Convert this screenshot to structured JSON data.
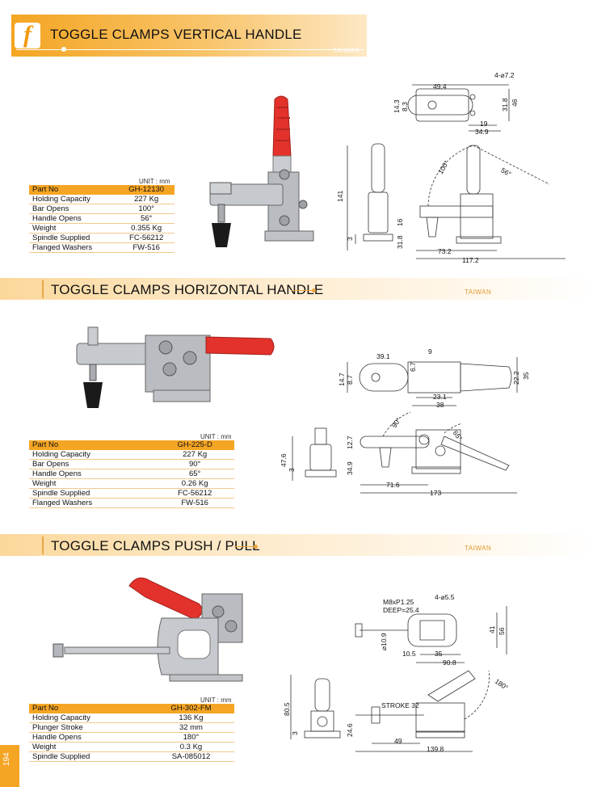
{
  "sections": [
    {
      "title": "TOGGLE CLAMPS VERTICAL HANDLE",
      "origin": "TAIWAN",
      "unit": "UNIT : mm",
      "rows": [
        [
          "Part No",
          "GH-12130"
        ],
        [
          "Holding Capacity",
          "227 Kg"
        ],
        [
          "Bar Opens",
          "100°"
        ],
        [
          "Handle Opens",
          "56°"
        ],
        [
          "Weight",
          "0.355 Kg"
        ],
        [
          "Spindle Supplied",
          "FC-56212"
        ],
        [
          "Flanged Washers",
          "FW-516"
        ]
      ],
      "dims": {
        "d1": "4-⌀7.2",
        "d2": "49.4",
        "d3": "14.3",
        "d4": "8.3",
        "d5": "31.8",
        "d6": "46",
        "d7": "19",
        "d8": "34.9",
        "d9": "100°",
        "d10": "56°",
        "d11": "141",
        "d12": "16",
        "d13": "31.8",
        "d14": "3",
        "d15": "73.2",
        "d16": "117.2"
      }
    },
    {
      "title": "TOGGLE CLAMPS HORIZONTAL HANDLE",
      "origin": "TAIWAN",
      "unit": "UNIT : mm",
      "rows": [
        [
          "Part No",
          "GH-225-D"
        ],
        [
          "Holding Capacity",
          "227 Kg"
        ],
        [
          "Bar Opens",
          "90°"
        ],
        [
          "Handle Opens",
          "65°"
        ],
        [
          "Weight",
          "0.26 Kg"
        ],
        [
          "Spindle Supplied",
          "FC-56212"
        ],
        [
          "Flanged Washers",
          "FW-516"
        ]
      ],
      "dims": {
        "d1": "39.1",
        "d2": "9",
        "d3": "6.7",
        "d4": "14.7",
        "d5": "8.7",
        "d6": "22.2",
        "d7": "35",
        "d8": "23.1",
        "d9": "38",
        "d10": "90°",
        "d11": "65°",
        "d12": "47.6",
        "d13": "3",
        "d14": "12.7",
        "d15": "34.9",
        "d16": "71.6",
        "d17": "173"
      }
    },
    {
      "title": "TOGGLE CLAMPS PUSH / PULL",
      "origin": "TAIWAN",
      "unit": "UNIT : mm",
      "rows": [
        [
          "Part No",
          "GH-302-FM"
        ],
        [
          "Holding Capacity",
          "136 Kg"
        ],
        [
          "Plunger Stroke",
          "32 mm"
        ],
        [
          "Handle Opens",
          "180°"
        ],
        [
          "Weight",
          "0.3 Kg"
        ],
        [
          "Spindle Supplied",
          "SA-085012"
        ]
      ],
      "dims": {
        "d1": "M8xP1.25",
        "d2": "DEEP=25.4",
        "d3": "4-⌀5.5",
        "d4": "⌀10.9",
        "d5": "41",
        "d6": "56",
        "d7": "10.5",
        "d8": "35",
        "d9": "90.8",
        "d10": "180°",
        "d11": "80.5",
        "d12": "3",
        "d13": "STROKE 32",
        "d14": "24.6",
        "d15": "49",
        "d16": "139.8"
      }
    }
  ],
  "page_number": "194",
  "colors": {
    "accent": "#f5a524",
    "handle_red": "#e3322b",
    "metal": "#b9bcc0"
  }
}
